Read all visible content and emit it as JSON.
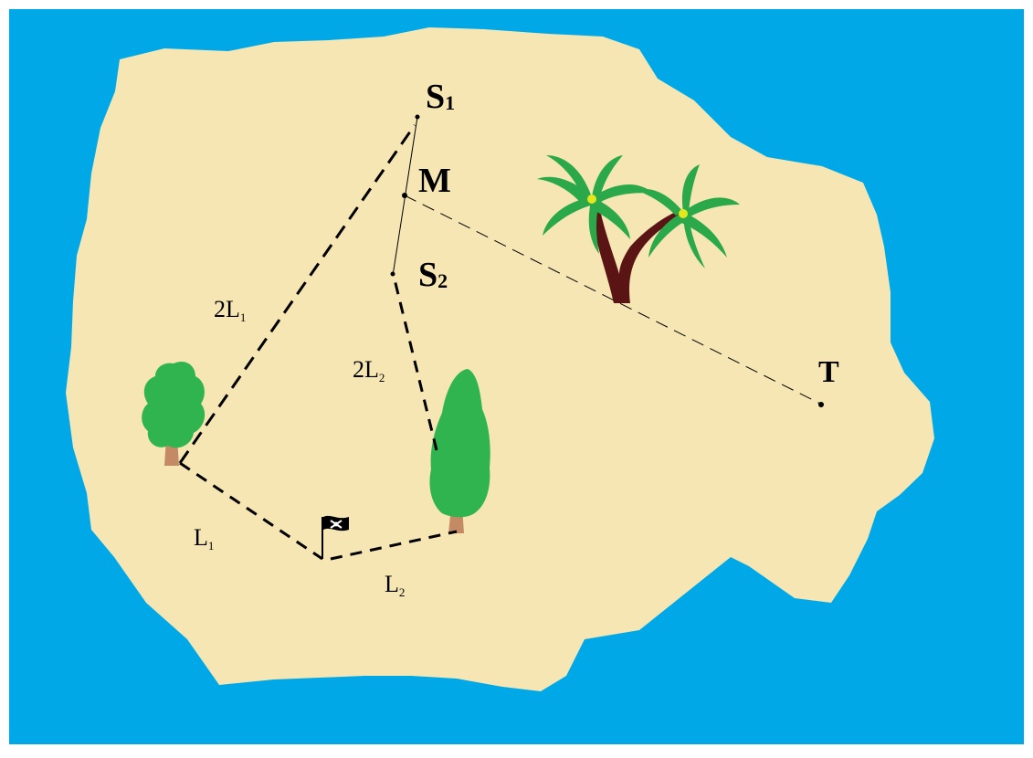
{
  "colors": {
    "sea": "#00a8e8",
    "island": "#f5e6b3",
    "tree_green": "#2fb44f",
    "trunk": "#c48a64",
    "palm_leaf": "#2aa84a",
    "palm_trunk": "#5a1414",
    "palm_fruit": "#e4e81a",
    "line": "#000000"
  },
  "icons": {
    "left_tree": "deciduous-tree-icon",
    "right_tree": "cypress-tree-icon",
    "palms": "palm-trees-icon",
    "flag": "pirate-flag-icon"
  },
  "points": {
    "s1": {
      "main": "S",
      "sub": "1"
    },
    "m": {
      "main": "M"
    },
    "s2": {
      "main": "S",
      "sub": "2"
    },
    "t": {
      "main": "T"
    }
  },
  "segments": {
    "tree1_s1": {
      "main": "2L",
      "sub": "1"
    },
    "tree2_s2": {
      "main": "2L",
      "sub": "2"
    },
    "tree1_flag": {
      "main": "L",
      "sub": "1"
    },
    "flag_tree2": {
      "main": "L",
      "sub": "2"
    }
  }
}
